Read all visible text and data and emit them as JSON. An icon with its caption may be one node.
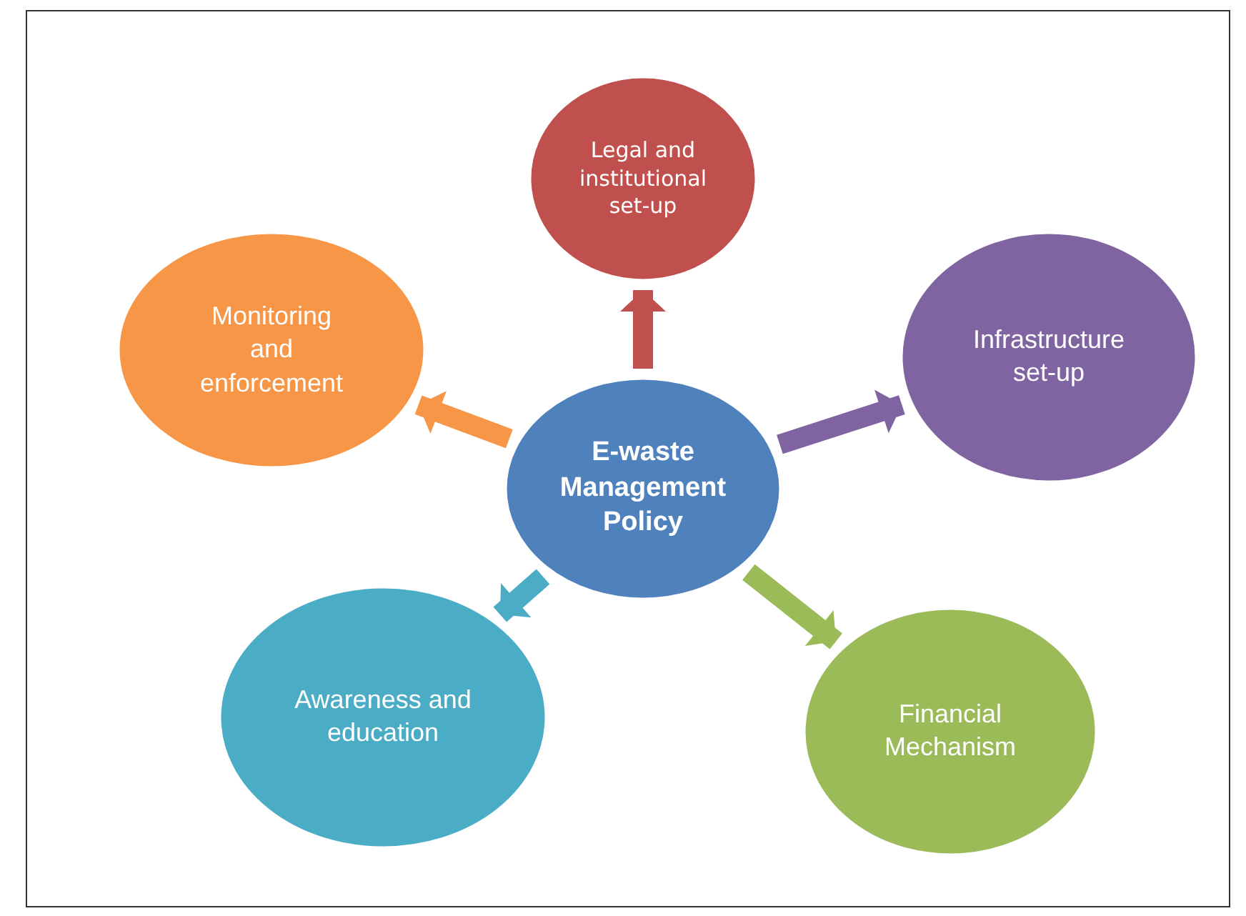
{
  "diagram": {
    "nodes": [
      {
        "text": [
          "E-waste Management Policy"
        ]
      },
      {
        "text": [
          "Legal and institutional set-up"
        ]
      },
      {
        "text": [
          "Infrastructure set-up"
        ]
      },
      {
        "text": [
          "Financial Mechanism"
        ]
      },
      {
        "text": [
          "Awareness and education"
        ]
      },
      {
        "text": [
          "Monitoring and enforcement"
        ]
      }
    ],
    "edges": [
      {
        "from": 0,
        "to": 1,
        "arrow": "to",
        "color": "#c0504d"
      },
      {
        "from": 0,
        "to": 2,
        "arrow": "to",
        "color": "#8064a2"
      },
      {
        "from": 0,
        "to": 3,
        "arrow": "to",
        "color": "#9bbb59"
      },
      {
        "from": 0,
        "to": 4,
        "arrow": "to",
        "color": "#4bacc6"
      },
      {
        "from": 0,
        "to": 5,
        "arrow": "to",
        "color": "#f79646"
      }
    ]
  }
}
